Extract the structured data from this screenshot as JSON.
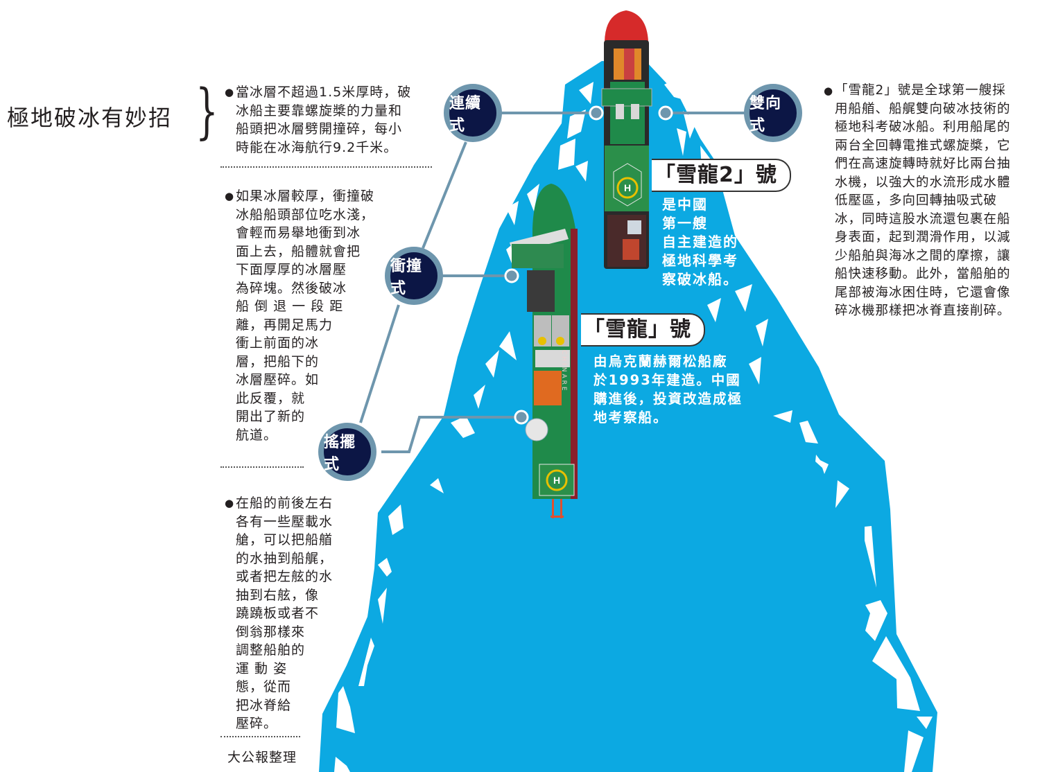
{
  "title": "極地破冰有妙招",
  "colors": {
    "ocean_blue": "#0ca9e2",
    "circle_fill": "#0c1645",
    "circle_ring": "#6e96ad",
    "connector": "#6e96ad",
    "text": "#231f20"
  },
  "methods": [
    {
      "id": "continuous",
      "label": "連續式",
      "description": "當冰層不超過1.5米厚時，破冰船主要靠螺旋槳的力量和船頭把冰層劈開撞碎，每小時能在冰海航行9.2千米。"
    },
    {
      "id": "ramming",
      "label": "衝撞式",
      "description": "如果冰層較厚，衝撞破冰船船頭部位吃水淺，會輕而易舉地衝到冰面上去，船體就會把下面厚厚的冰層壓為碎塊。然後破冰船倒退一段距離，再開足馬力衝上前面的冰層，把船下的冰層壓碎。如此反覆，就開出了新的航道。"
    },
    {
      "id": "rocking",
      "label": "搖擺式",
      "description": "在船的前後左右各有一些壓載水艙，可以把船艏的水抽到船艉，或者把左舷的水抽到右舷，像蹺蹺板或者不倒翁那樣來調整船舶的運動姿態，從而把冰脊給壓碎。"
    },
    {
      "id": "bidirectional",
      "label": "雙向式",
      "description": "「雪龍2」號是全球第一艘採用船艏、船艉雙向破冰技術的極地科考破冰船。利用船尾的兩台全回轉電推式螺旋槳，它們在高速旋轉時就好比兩台抽水機，以強大的水流形成水體低壓區，多向回轉抽吸式破冰，同時這股水流還包裹在船身表面，起到潤滑作用，以減少船舶與海冰之間的摩擦，讓船快速移動。此外，當船舶的尾部被海冰困住時，它還會像碎冰機那樣把冰脊直接削碎。"
    }
  ],
  "ships": [
    {
      "id": "xuelong2",
      "name": "「雪龍2」號",
      "caption_lines": [
        "是中國",
        "第一艘",
        "自主建造的",
        "極地科學考",
        "察破冰船。"
      ]
    },
    {
      "id": "xuelong",
      "name": "「雪龍」號",
      "caption_lines": [
        "由烏克蘭赫爾松船廠",
        "於1993年建造。中國",
        "購進後，投資改造成極",
        "地考察船。"
      ],
      "hull_text": "CHINARE"
    }
  ],
  "text_blocks": {
    "continuous": [
      "當冰層不超過1.5米厚時，破",
      "冰船主要靠螺旋槳的力量和",
      "船頭把冰層劈開撞碎，每小",
      "時能在冰海航行9.2千米。"
    ],
    "ramming": [
      "如果冰層較厚，衝撞破",
      "冰船船頭部位吃水淺，",
      "會輕而易舉地衝到冰",
      "面上去，船體就會把",
      "下面厚厚的冰層壓",
      "為碎塊。然後破冰",
      "船 倒 退 一 段 距",
      "離，再開足馬力",
      "衝上前面的冰",
      "層，把船下的",
      "冰層壓碎。如",
      "此反覆，就",
      "開出了新的",
      "航道。"
    ],
    "rocking": [
      "在船的前後左右",
      "各有一些壓載水",
      "艙，可以把船艏",
      "的水抽到船艉，",
      "或者把左舷的水",
      "抽到右舷，像",
      "蹺蹺板或者不",
      "倒翁那樣來",
      "調整船舶的",
      "運 動 姿",
      "態，從而",
      "把冰脊給",
      "壓碎。"
    ],
    "bidirectional": [
      "「雪龍2」號是全球第一艘採",
      "用船艏、船艉雙向破冰技術的",
      "極地科考破冰船。利用船尾的",
      "兩台全回轉電推式螺旋槳，它",
      "們在高速旋轉時就好比兩台抽",
      "水機，以強大的水流形成水體",
      "低壓區，多向回轉抽吸式破",
      "冰，同時這股水流還包裹在船",
      "身表面，起到潤滑作用，以減",
      "少船舶與海冰之間的摩擦，讓",
      "船快速移動。此外，當船舶的",
      "尾部被海冰困住時，它還會像",
      "碎冰機那樣把冰脊直接削碎。"
    ]
  },
  "icons": {
    "bullet": "●",
    "brace": "}",
    "helipad": "H"
  },
  "credit": "大公報整理"
}
